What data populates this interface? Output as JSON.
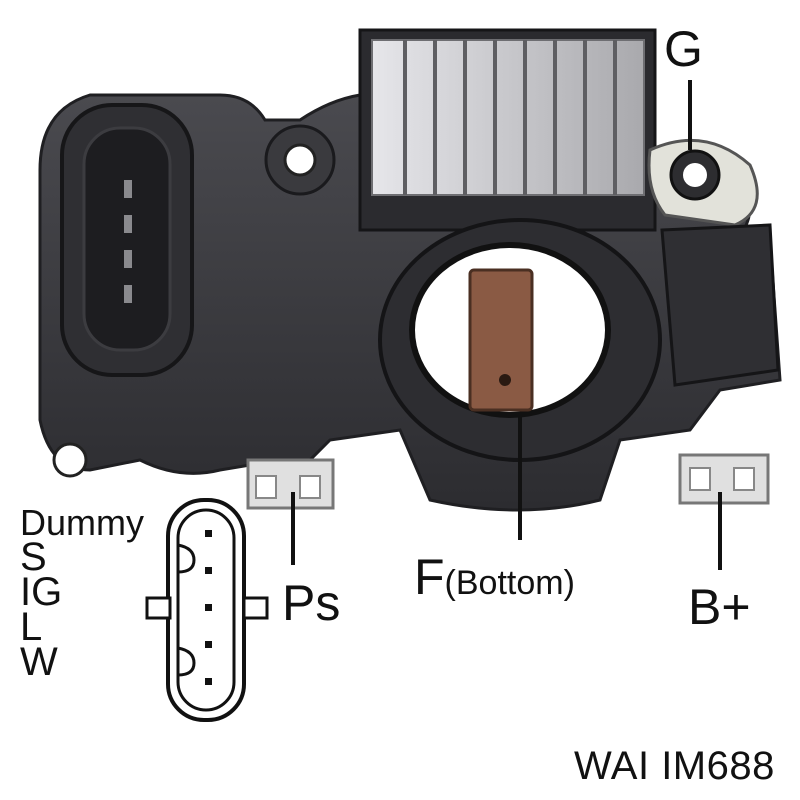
{
  "terminals": {
    "g": "G",
    "ps": "Ps",
    "f_letter": "F",
    "f_note": "(Bottom)",
    "b_plus": "B+"
  },
  "connector_pins": [
    "Dummy",
    "S",
    "IG",
    "L",
    "W"
  ],
  "product": {
    "brand": "WAI",
    "part_number": "IM688"
  },
  "colors": {
    "housing": "#3f3f43",
    "heatsink": "#c8c8cc",
    "brush": "#8a5a44",
    "terminal": "#dcdcdc",
    "text": "#111111"
  }
}
